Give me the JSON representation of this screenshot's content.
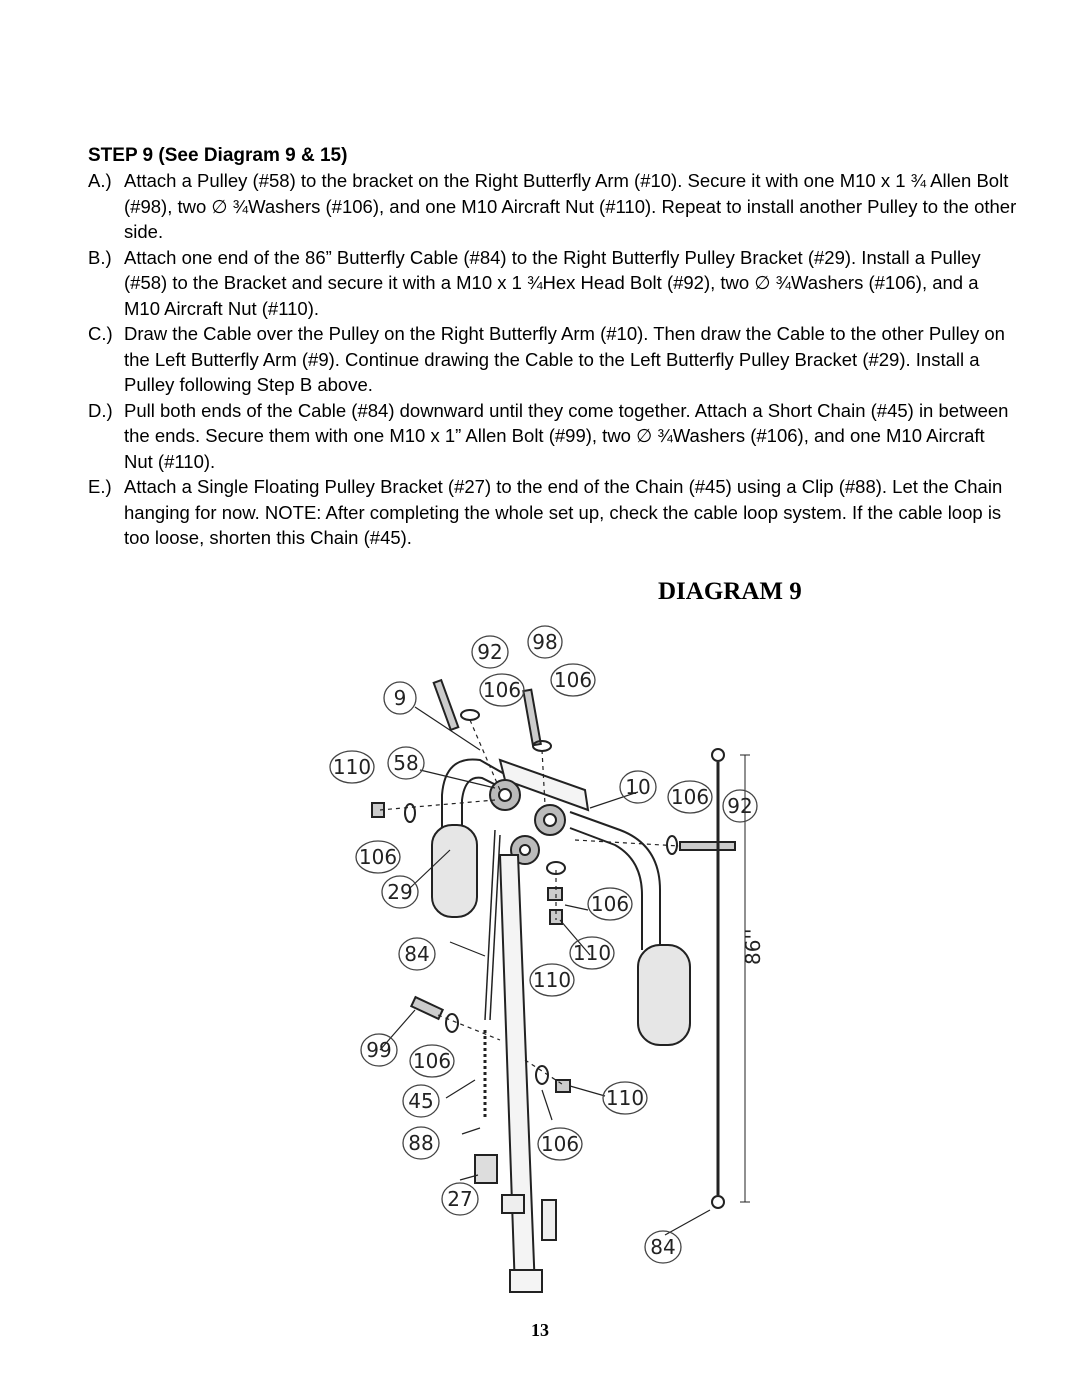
{
  "heading": "STEP 9   (See Diagram 9 & 15)",
  "steps": [
    {
      "letter": "A.)",
      "text": "Attach a Pulley (#58) to the bracket on the Right Butterfly Arm (#10).  Secure it with one M10 x 1 ¾ Allen Bolt (#98), two ∅ ¾Washers (#106), and one M10 Aircraft Nut (#110).  Repeat to install another Pulley to the other side."
    },
    {
      "letter": "B.)",
      "text": "Attach one end of the 86” Butterfly Cable (#84) to the Right Butterfly Pulley Bracket (#29).  Install a Pulley (#58) to the Bracket and secure it with a M10 x 1 ¾Hex Head Bolt (#92), two ∅ ¾Washers (#106), and a M10 Aircraft Nut (#110)."
    },
    {
      "letter": "C.)",
      "text": "Draw the Cable over the Pulley on the Right Butterfly Arm (#10).  Then draw the Cable to the other Pulley on the Left Butterfly Arm (#9).  Continue drawing the Cable to the Left Butterfly Pulley Bracket (#29).  Install a Pulley following Step B above."
    },
    {
      "letter": "D.)",
      "text": "Pull both ends of the Cable (#84) downward until they come together.  Attach a Short Chain (#45) in between the ends.  Secure them with one M10 x 1” Allen Bolt (#99), two ∅ ¾Washers (#106), and one M10 Aircraft Nut (#110)."
    },
    {
      "letter": "E.)",
      "text": "Attach a Single Floating Pulley Bracket (#27) to the end of the Chain (#45) using a Clip (#88).  Let the Chain hanging for now.  NOTE:  After completing the whole set up, check the cable loop system.  If the cable loop is too loose, shorten this Chain (#45)."
    }
  ],
  "diagram_title": "DIAGRAM 9",
  "callouts": {
    "c92": "92",
    "c98": "98",
    "c9": "9",
    "c106a": "106",
    "c106b": "106",
    "c110a": "110",
    "c58": "58",
    "c10": "10",
    "c106c": "106",
    "c92b": "92",
    "c106d": "106",
    "c29": "29",
    "c106e": "106",
    "c84a": "84",
    "c110b": "110",
    "c110c": "110",
    "c99": "99",
    "c106f": "106",
    "c45": "45",
    "c110d": "110",
    "c88": "88",
    "c106g": "106",
    "c27": "27",
    "c84b": "84"
  },
  "cable_length_label": "86''",
  "page_number": "13"
}
